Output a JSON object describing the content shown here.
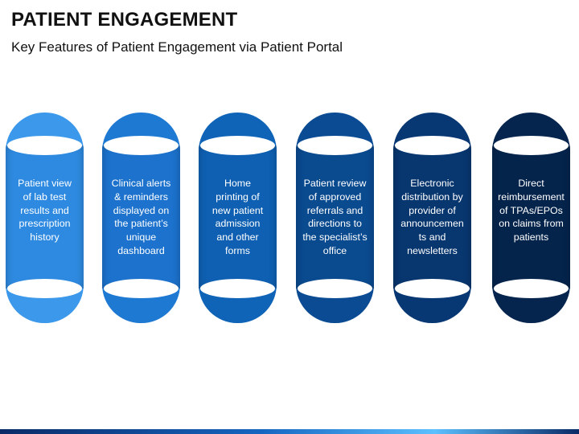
{
  "header": {
    "title": "PATIENT ENGAGEMENT",
    "subtitle": "Key Features of Patient Engagement via Patient Portal"
  },
  "pills": [
    {
      "lines": [
        "Patient view",
        "of lab test",
        "results and",
        "prescription",
        "history"
      ],
      "color_top": "#3b98ea",
      "color_band": "#2e8ae0"
    },
    {
      "lines": [
        "Clinical alerts",
        "& reminders",
        "displayed on",
        "the patient’s",
        "unique",
        "dashboard"
      ],
      "color_top": "#1e79d3",
      "color_band": "#1c72cc"
    },
    {
      "lines": [
        "Home",
        "printing of",
        "new patient",
        "admission",
        "and other",
        "forms"
      ],
      "color_top": "#0f64b8",
      "color_band": "#0f60b2"
    },
    {
      "lines": [
        "Patient review",
        "of approved",
        "referrals and",
        "directions to",
        "the specialist’s",
        "office"
      ],
      "color_top": "#0a4b93",
      "color_band": "#0a4a8f"
    },
    {
      "lines": [
        "Electronic",
        "distribution by",
        "provider of",
        "announcemen",
        "ts and",
        "newsletters"
      ],
      "color_top": "#083873",
      "color_band": "#08366f"
    },
    {
      "lines": [
        "Direct",
        "reimbursement",
        "of TPAs/EPOs",
        "on claims from",
        "patients"
      ],
      "color_top": "#05254f",
      "color_band": "#05244c"
    }
  ]
}
